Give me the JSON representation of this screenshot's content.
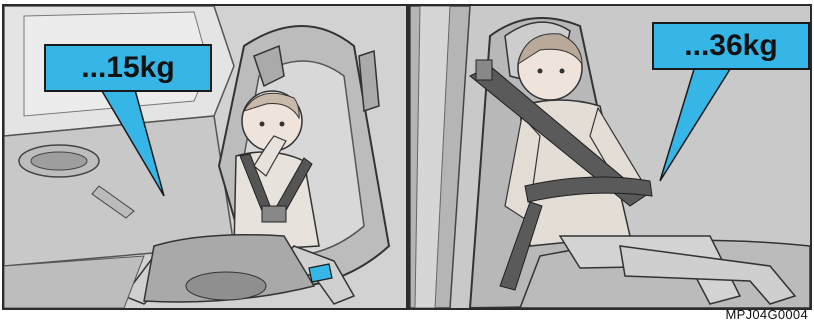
{
  "left_panel": {
    "callout_text": "...15kg",
    "callout_color": "#35b6e6"
  },
  "right_panel": {
    "callout_text": "...36kg",
    "callout_color": "#35b6e6"
  },
  "figure_code": "MPJ04G0004"
}
